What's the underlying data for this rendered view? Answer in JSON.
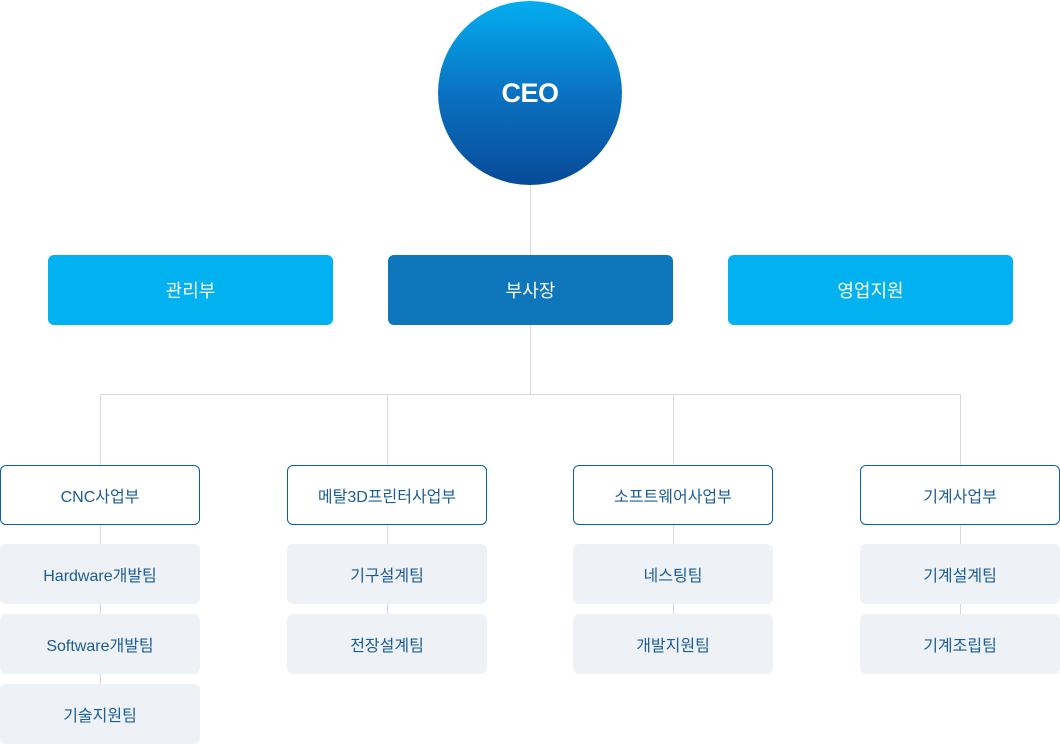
{
  "ceo": {
    "label": "CEO"
  },
  "level2": {
    "left": "관리부",
    "center": "부사장",
    "right": "영업지원"
  },
  "departments": [
    {
      "name": "CNC사업부",
      "teams": [
        "Hardware개발팀",
        "Software개발팀",
        "기술지원팀"
      ]
    },
    {
      "name": "메탈3D프린터사업부",
      "teams": [
        "기구설계팀",
        "전장설계팀"
      ]
    },
    {
      "name": "소프트웨어사업부",
      "teams": [
        "네스팅팀",
        "개발지원팀"
      ]
    },
    {
      "name": "기계사업부",
      "teams": [
        "기계설계팀",
        "기계조립팀"
      ]
    }
  ],
  "colors": {
    "ceo_gradient": [
      "#03aef0",
      "#0a72c2",
      "#074a98"
    ],
    "side_box": "#02b1ef",
    "center_box": "#0e76bb",
    "dept_border": "#0a5fa8",
    "team_bg": "#eef2f7",
    "connector": "#d6d9de"
  }
}
